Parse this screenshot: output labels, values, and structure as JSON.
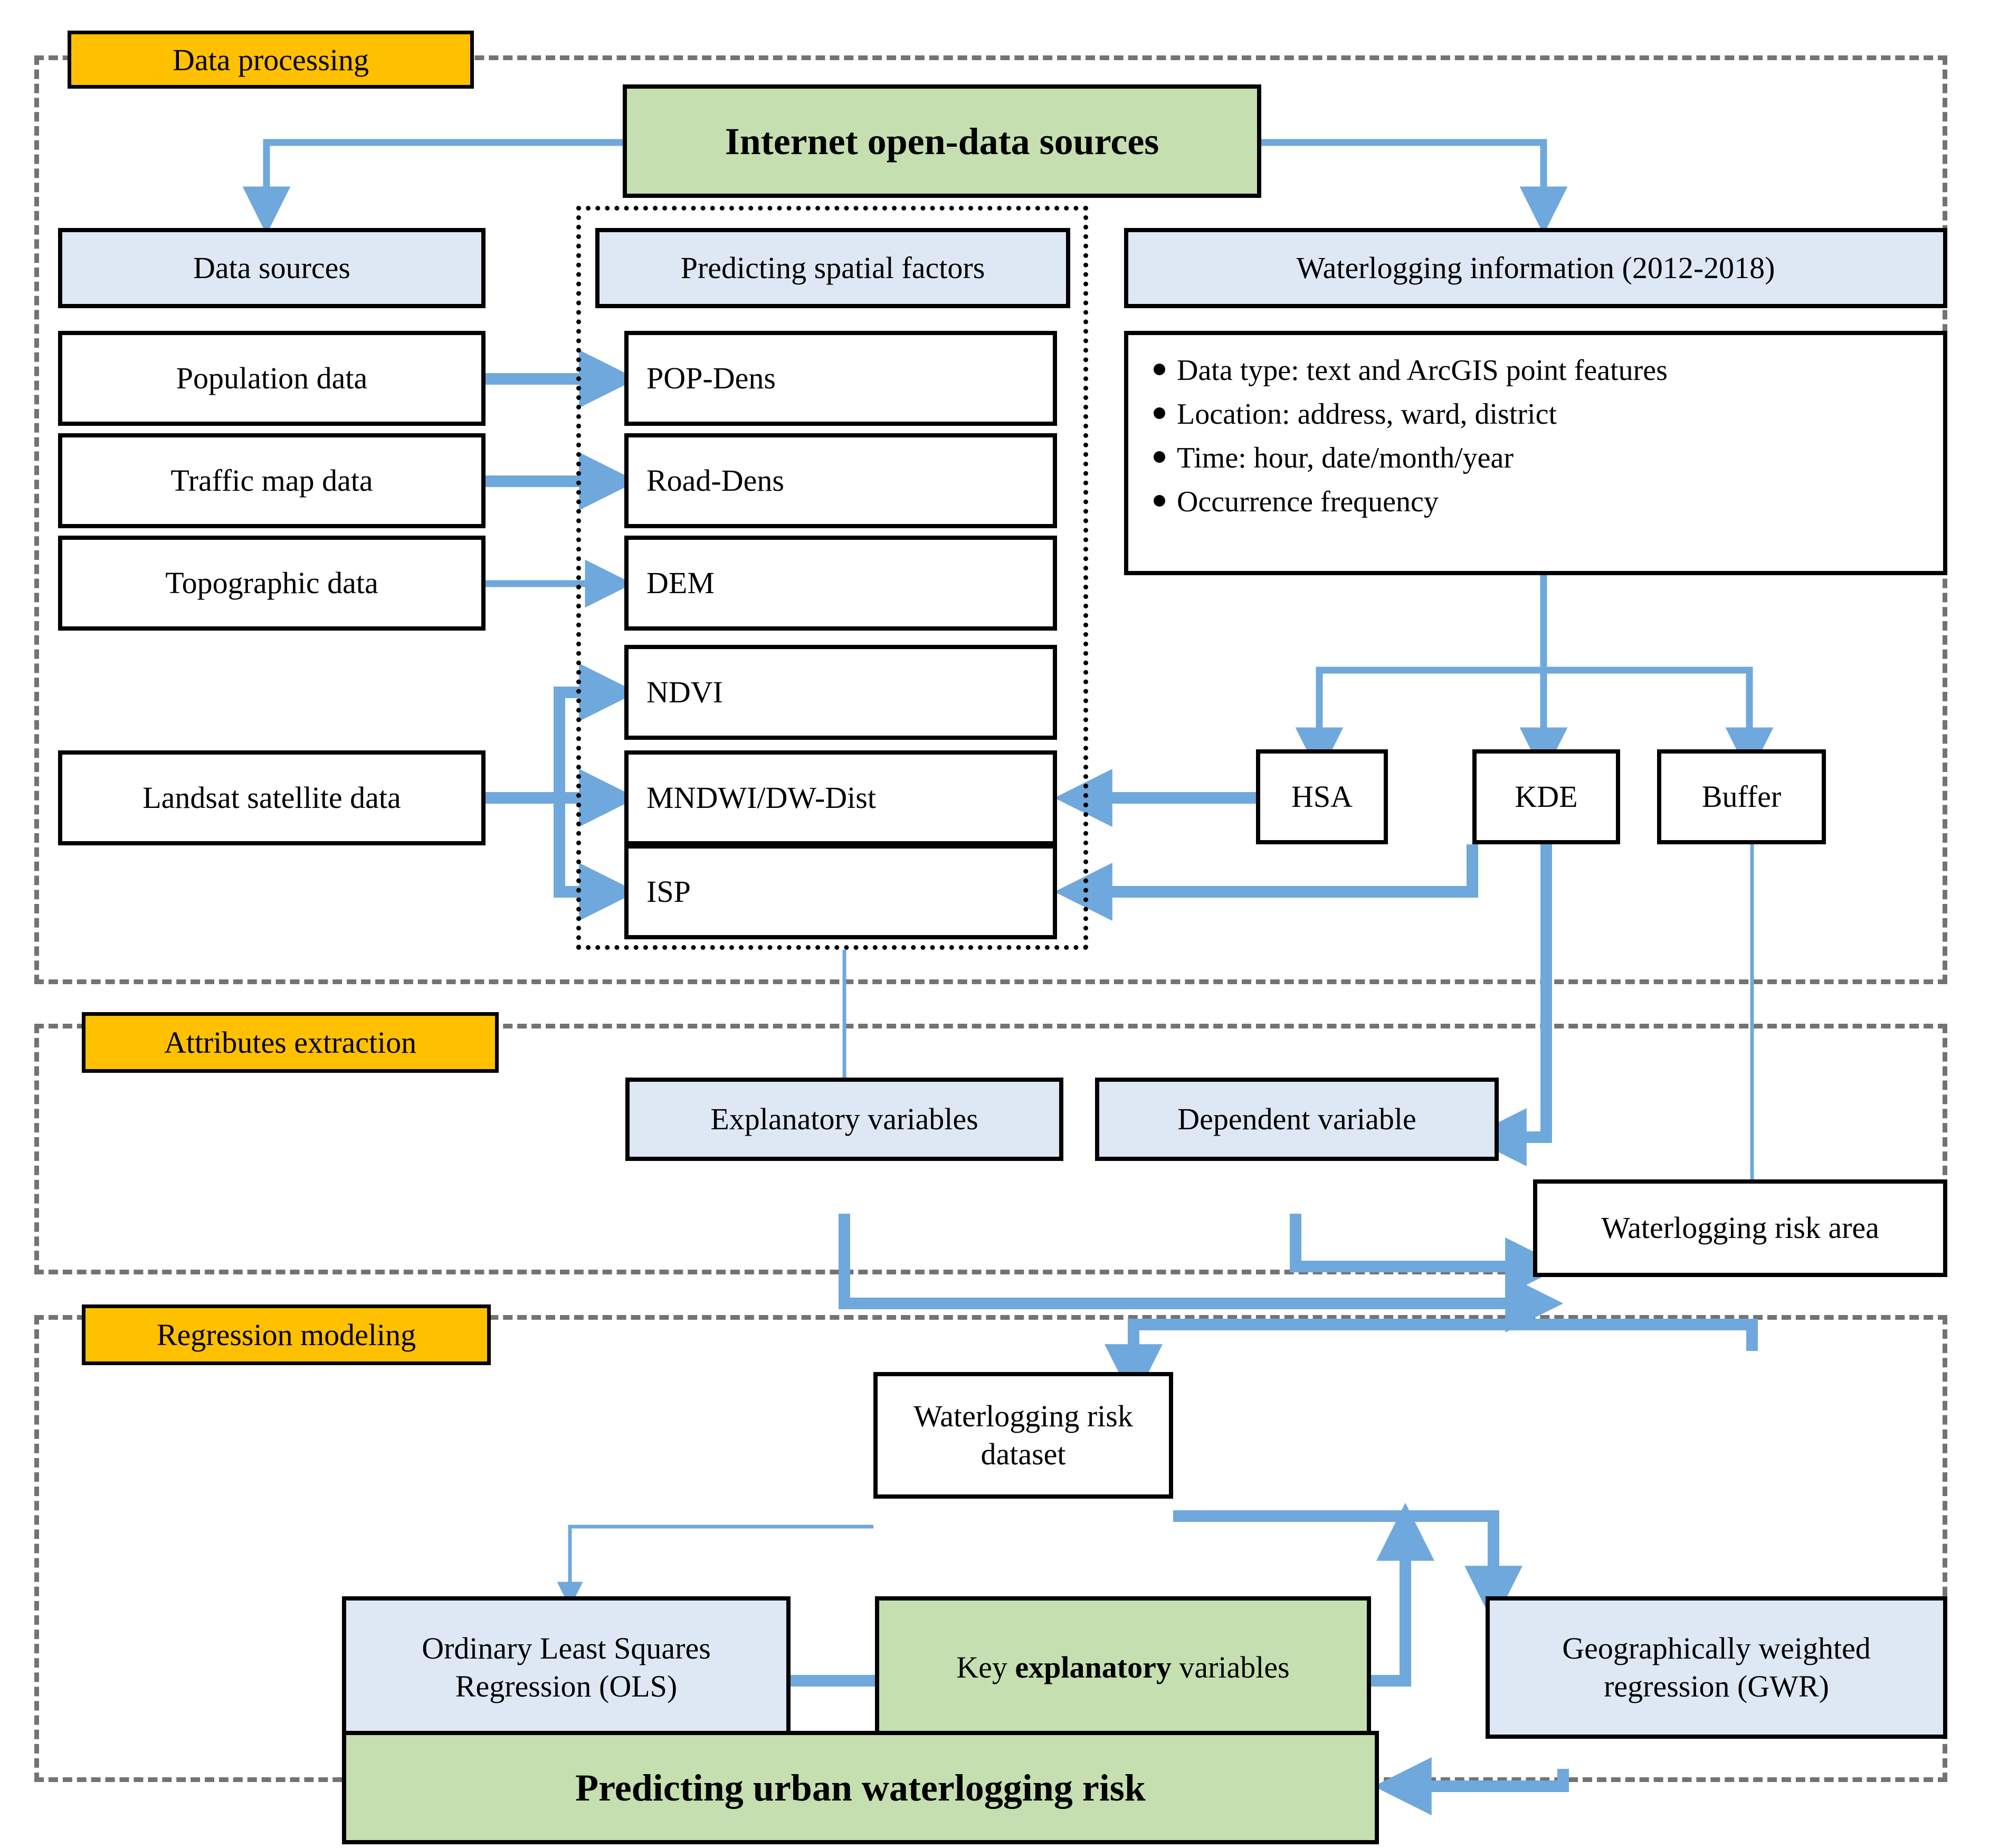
{
  "sections": [
    {
      "id": "data-processing",
      "title": "Data processing"
    },
    {
      "id": "attributes-extraction",
      "title": "Attributes extraction"
    },
    {
      "id": "regression-modeling",
      "title": "Regression modeling"
    }
  ],
  "data_processing": {
    "root_node": "Internet open-data sources",
    "columns": {
      "data_sources_header": "Data sources",
      "predicting_factors_header": "Predicting spatial factors",
      "waterlogging_header": "Waterlogging information (2012-2018)"
    },
    "data_sources": [
      "Population data",
      "Traffic map data",
      "Topographic data",
      "Landsat satellite data"
    ],
    "spatial_factors": [
      "POP-Dens",
      "Road-Dens",
      "DEM",
      "NDVI",
      "MNDWI/DW-Dist",
      "ISP"
    ],
    "waterlogging_bullets": [
      "Data type: text and ArcGIS point features",
      "Location: address, ward, district",
      "Time: hour, date/month/year",
      "Occurrence frequency"
    ],
    "methods": [
      "HSA",
      "KDE",
      "Buffer"
    ]
  },
  "attributes_extraction": {
    "explanatory": "Explanatory variables",
    "dependent": "Dependent variable",
    "risk_area": "Waterlogging risk area"
  },
  "regression_modeling": {
    "dataset": "Waterlogging risk\ndataset",
    "dataset_line1": "Waterlogging risk",
    "dataset_line2": "dataset",
    "ols_line1": "Ordinary Least Squares",
    "ols_line2": "Regression (OLS)",
    "key_vars_prefix": "Key ",
    "key_vars_bold": "explanatory",
    "key_vars_suffix": " variables",
    "gwr_line1": "Geographically weighted",
    "gwr_line2": "regression (GWR)",
    "final": "Predicting urban waterlogging risk"
  },
  "colors": {
    "section_title_fill": "#ffc000",
    "blue_fill": "#dee8f5",
    "green_fill": "#c5dfb0",
    "arrow": "#6fa8dc",
    "dashed_frame": "#767272",
    "stroke": "#000000"
  }
}
